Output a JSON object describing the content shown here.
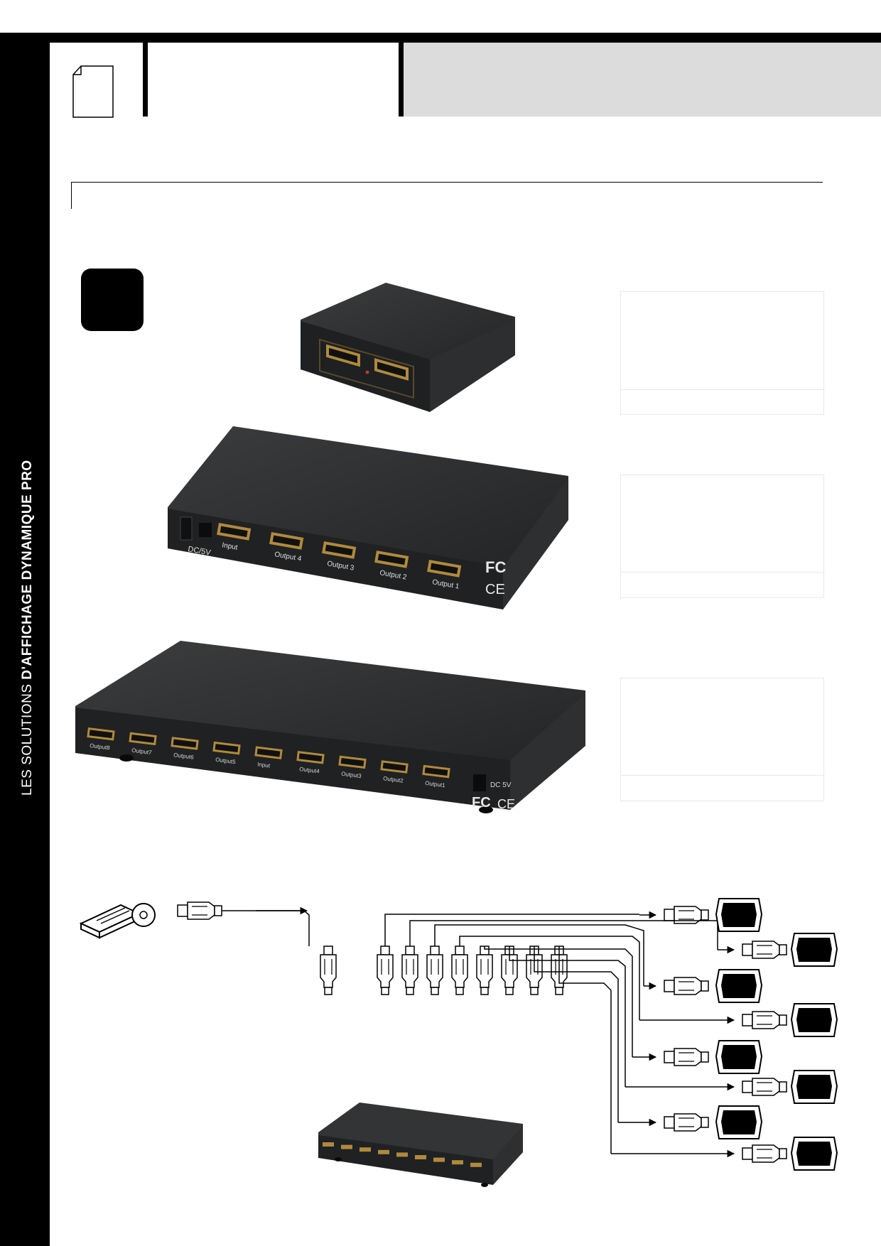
{
  "sidebar": {
    "lead_text": "LES SOLUTIONS ",
    "bold_text": "D'AFFICHAGE DYNAMIQUE PRO"
  },
  "products": [
    {
      "name": "hdmi-splitter-2-port",
      "port_labels": []
    },
    {
      "name": "hdmi-splitter-4-port",
      "port_labels": [
        "DC/5V",
        "Input",
        "Output 4",
        "Output 3",
        "Output 2",
        "Output 1"
      ]
    },
    {
      "name": "hdmi-splitter-8-port",
      "port_labels": [
        "Output8",
        "Output7",
        "Output6",
        "Output5",
        "Input",
        "Output4",
        "Output3",
        "Output2",
        "Output1",
        "DC 5V"
      ]
    }
  ],
  "colors": {
    "sidebar": "#000000",
    "header_grey": "#dcdcdc",
    "device_body": "#2b2d2e",
    "port_gold": "#b08a3c"
  },
  "icons": [
    "document-icon",
    "dvd-player-icon",
    "hdmi-plug-icon",
    "monitor-icon",
    "fc-mark-icon",
    "ce-mark-icon",
    "weee-bin-icon"
  ]
}
